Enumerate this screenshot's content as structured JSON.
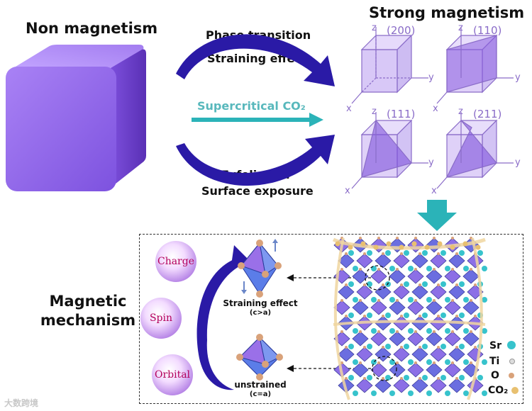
{
  "titles": {
    "non_magnetism": "Non magnetism",
    "strong_magnetism": "Strong magnetism",
    "magnetic_mechanism": "Magnetic mechanism"
  },
  "processes": {
    "top_line1": "Phase transition",
    "top_line2": "Straining effect",
    "middle": "Supercritical CO₂",
    "bottom_line1": "Exfoliation",
    "bottom_line2": "Surface exposure"
  },
  "facets": [
    "(200)",
    "(110)",
    "(111)",
    "(211)"
  ],
  "axes": {
    "x": "x",
    "y": "y",
    "z": "z"
  },
  "mechanism_circles": [
    "Charge",
    "Spin",
    "Orbital"
  ],
  "octahedra": {
    "strained_label": "Straining effect",
    "strained_sub": "(c>a)",
    "unstrained_label": "unstrained",
    "unstrained_sub": "(c=a)"
  },
  "legend": [
    "Sr",
    "Ti",
    "O",
    "CO₂"
  ],
  "watermark": "大数跨境",
  "colors": {
    "cube": "#9a6cf0",
    "arrow_blue": "#2a1aa6",
    "teal": "#2bb3b8",
    "supercritical_text": "#58b8bc",
    "crystal_line": "#8a6cc8",
    "pink_text": "#b4005a",
    "sr": "#37c3cc",
    "o": "#d9a27a",
    "co2": "#e8c070"
  }
}
